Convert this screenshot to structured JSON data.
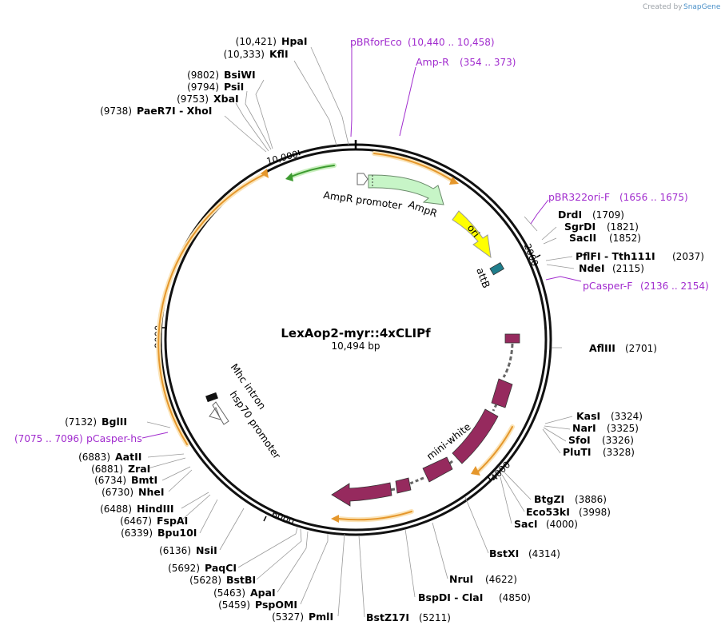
{
  "credit": {
    "prefix": "Created by",
    "brand": "SnapGene"
  },
  "plasmid": {
    "name": "LexAop2-myr::4xCLIPf",
    "length_label": "10,494 bp"
  },
  "ticks": [
    "10,000",
    "2000",
    "4000",
    "6000",
    "8000"
  ],
  "features": {
    "ampr_promoter": "AmpR promoter",
    "ampr": "AmpR",
    "ori": "ori",
    "attb": "attB",
    "mini_white": "mini-white",
    "mhc_intron": "Mhc intron",
    "hsp70_promoter": "hsp70 promoter"
  },
  "primers": [
    {
      "name": "pBRforEco",
      "range": "(10,440 .. 10,458)"
    },
    {
      "name": "Amp-R",
      "range": "(354 .. 373)"
    },
    {
      "name": "pBR322ori-F",
      "range": "(1656 .. 1675)"
    },
    {
      "name": "pCasper-F",
      "range": "(2136 .. 2154)"
    },
    {
      "name": "pCasper-hs",
      "range": "(7075 .. 7096)"
    }
  ],
  "sites_left": [
    {
      "pos": "(10,421)",
      "name": "HpaI"
    },
    {
      "pos": "(10,333)",
      "name": "KflI"
    },
    {
      "pos": "(9802)",
      "name": "BsiWI"
    },
    {
      "pos": "(9794)",
      "name": "PsiI"
    },
    {
      "pos": "(9753)",
      "name": "XbaI"
    },
    {
      "pos": "(9738)",
      "name": "PaeR7I  - XhoI"
    },
    {
      "pos": "(7132)",
      "name": "BglII"
    },
    {
      "pos": "(6883)",
      "name": "AatII"
    },
    {
      "pos": "(6881)",
      "name": "ZraI"
    },
    {
      "pos": "(6734)",
      "name": "BmtI"
    },
    {
      "pos": "(6730)",
      "name": "NheI"
    },
    {
      "pos": "(6488)",
      "name": "HindIII"
    },
    {
      "pos": "(6467)",
      "name": "FspAI"
    },
    {
      "pos": "(6339)",
      "name": "Bpu10I"
    },
    {
      "pos": "(6136)",
      "name": "NsiI"
    },
    {
      "pos": "(5692)",
      "name": "PaqCI"
    },
    {
      "pos": "(5628)",
      "name": "BstBI"
    },
    {
      "pos": "(5463)",
      "name": "ApaI"
    },
    {
      "pos": "(5459)",
      "name": "PspOMI"
    },
    {
      "pos": "(5327)",
      "name": "PmlI"
    }
  ],
  "sites_right": [
    {
      "name": "DrdI",
      "pos": "(1709)"
    },
    {
      "name": "SgrDI",
      "pos": "(1821)"
    },
    {
      "name": "SacII",
      "pos": "(1852)"
    },
    {
      "name": "PflFI  - Tth111I",
      "pos": "(2037)"
    },
    {
      "name": "NdeI",
      "pos": "(2115)"
    },
    {
      "name": "AflIII",
      "pos": "(2701)"
    },
    {
      "name": "KasI",
      "pos": "(3324)"
    },
    {
      "name": "NarI",
      "pos": "(3325)"
    },
    {
      "name": "SfoI",
      "pos": "(3326)"
    },
    {
      "name": "PluTI",
      "pos": "(3328)"
    },
    {
      "name": "BtgZI",
      "pos": "(3886)"
    },
    {
      "name": "Eco53kI",
      "pos": "(3998)"
    },
    {
      "name": "SacI",
      "pos": "(4000)"
    },
    {
      "name": "BstXI",
      "pos": "(4314)"
    },
    {
      "name": "NruI",
      "pos": "(4622)"
    },
    {
      "name": "BspDI  - ClaI",
      "pos": "(4850)"
    },
    {
      "name": "BstZ17I",
      "pos": "(5211)"
    }
  ],
  "colors": {
    "primer": "#a12cce",
    "ampr": "#c8f5c8",
    "ori": "#ffff00",
    "attb": "#1f7e8c",
    "mini_white": "#962a5e",
    "orf": "#e8a040",
    "orf_green": "#4caa3c"
  }
}
